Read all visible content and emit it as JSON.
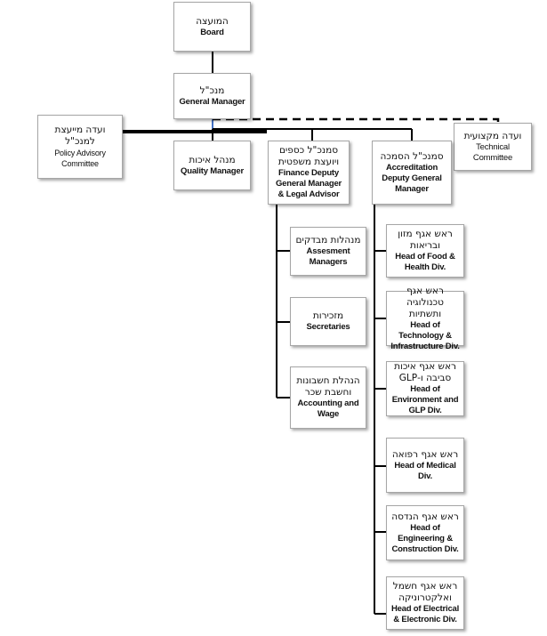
{
  "org_chart": {
    "board": {
      "he": "המועצה",
      "en": "Board"
    },
    "general_manager": {
      "he": "מנכ\"ל",
      "en": "General Manager"
    },
    "policy_committee": {
      "he": "ועדה מייעצת למנכ\"ל",
      "en": "Policy Advisory Committee"
    },
    "technical_committee": {
      "he": "ועדה מקצועית",
      "en": "Technical Committee"
    },
    "quality_manager": {
      "he": "מנהל איכות",
      "en": "Quality Manager"
    },
    "finance_deputy": {
      "he": "סמנכ\"ל כספים ויועצת משפטית",
      "en": "Finance Deputy General Manager & Legal Advisor"
    },
    "accreditation_deputy": {
      "he": "סמנכ\"ל הסמכה",
      "en": "Accreditation Deputy General Manager"
    },
    "assessment_managers": {
      "he": "מנהלות מבדקים",
      "en": "Assesment Managers"
    },
    "secretaries": {
      "he": "מזכירות",
      "en": "Secretaries"
    },
    "accounting": {
      "he": "הנהלת חשבונות וחשבת שכר",
      "en": "Accounting and Wage"
    },
    "food_health": {
      "he": "ראש אגף מזון ובריאות",
      "en": "Head of Food & Health Div."
    },
    "technology": {
      "he": "ראש אגף טכנולוגיה ותשתיות",
      "en": "Head of Technology & Infrastructure Div."
    },
    "environment": {
      "he": "ראש אגף איכות סביבה ו-GLP",
      "en": "Head of Environment and GLP Div."
    },
    "medical": {
      "he": "ראש אגף רפואה",
      "en": "Head of Medical Div."
    },
    "engineering": {
      "he": "ראש אגף הנדסה",
      "en": "Head of Engineering & Construction Div."
    },
    "electrical": {
      "he": "ראש אגף חשמל ואלקטרוניקה",
      "en": "Head of Electrical & Electronic Div."
    }
  }
}
